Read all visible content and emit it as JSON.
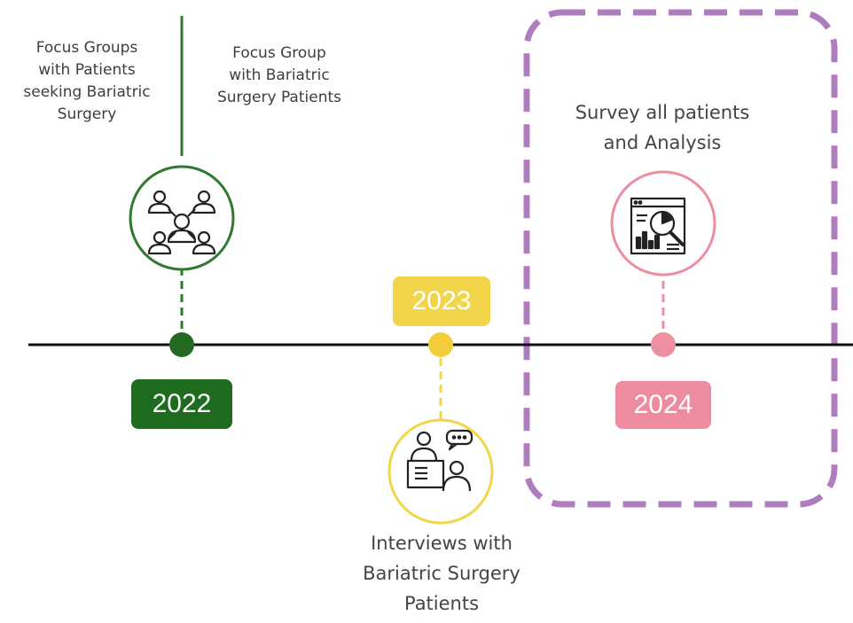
{
  "colors": {
    "green": "#2f7a2f",
    "green_dark": "#1f6b1f",
    "yellow": "#f2d64a",
    "pink": "#ec8fa0",
    "purple_dash": "#b07cc0",
    "axis": "#111111"
  },
  "milestones": [
    {
      "year": "2022",
      "icon": "group-network-icon",
      "labels": [
        "Focus Groups\nwith Patients\nseeking Bariatric\nSurgery",
        "Focus Group\nwith Bariatric\nSurgery Patients"
      ]
    },
    {
      "year": "2023",
      "icon": "interview-icon",
      "labels": [
        "Interviews with\nBariatric Surgery\nPatients"
      ]
    },
    {
      "year": "2024",
      "icon": "data-analysis-icon",
      "labels": [
        "Survey all patients\nand Analysis"
      ],
      "highlighted": true
    }
  ]
}
